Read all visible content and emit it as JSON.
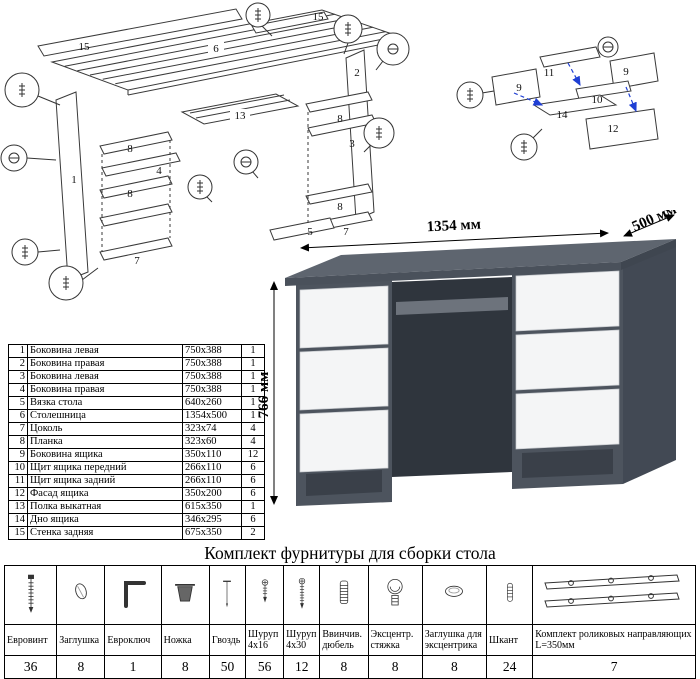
{
  "titles": {
    "hardware_kit": "Комплект фурнитуры для сборки стола"
  },
  "desk": {
    "width_label": "1354 мм",
    "depth_label": "500 мм",
    "height_label": "766 мм"
  },
  "diagram": {
    "main_labels": [
      "15",
      "6",
      "15",
      "2",
      "13",
      "8",
      "4",
      "8",
      "1",
      "7",
      "8",
      "3",
      "8",
      "7",
      "5"
    ],
    "drawer_labels": [
      "11",
      "9",
      "9",
      "10",
      "14",
      "12"
    ]
  },
  "parts": {
    "rows": [
      {
        "num": "1",
        "name": "Боковина левая",
        "size": "750x388",
        "qty": "1"
      },
      {
        "num": "2",
        "name": "Боковина правая",
        "size": "750x388",
        "qty": "1"
      },
      {
        "num": "3",
        "name": "Боковина левая",
        "size": "750x388",
        "qty": "1"
      },
      {
        "num": "4",
        "name": "Боковина правая",
        "size": "750x388",
        "qty": "1"
      },
      {
        "num": "5",
        "name": "Вязка стола",
        "size": "640x260",
        "qty": "1"
      },
      {
        "num": "6",
        "name": "Столешница",
        "size": "1354x500",
        "qty": "1"
      },
      {
        "num": "7",
        "name": "Цоколь",
        "size": "323x74",
        "qty": "4"
      },
      {
        "num": "8",
        "name": "Планка",
        "size": "323x60",
        "qty": "4"
      },
      {
        "num": "9",
        "name": "Боковина ящика",
        "size": "350x110",
        "qty": "12"
      },
      {
        "num": "10",
        "name": "Щит ящика передний",
        "size": "266x110",
        "qty": "6"
      },
      {
        "num": "11",
        "name": "Щит ящика задний",
        "size": "266x110",
        "qty": "6"
      },
      {
        "num": "12",
        "name": "Фасад ящика",
        "size": "350x200",
        "qty": "6"
      },
      {
        "num": "13",
        "name": "Полка выкатная",
        "size": "615x350",
        "qty": "1"
      },
      {
        "num": "14",
        "name": "Дно ящика",
        "size": "346x295",
        "qty": "6"
      },
      {
        "num": "15",
        "name": "Стенка задняя",
        "size": "675x350",
        "qty": "2"
      }
    ]
  },
  "hardware": {
    "items": [
      {
        "name": "Евровинт",
        "qty": "36",
        "icon": "euroscrew-icon"
      },
      {
        "name": "Заглушка",
        "qty": "8",
        "icon": "cap-icon"
      },
      {
        "name": "Евроключ",
        "qty": "1",
        "icon": "hexkey-icon"
      },
      {
        "name": "Ножка",
        "qty": "8",
        "icon": "leg-icon"
      },
      {
        "name": "Гвоздь",
        "qty": "50",
        "icon": "nail-icon"
      },
      {
        "name": "Шуруп 4x16",
        "qty": "56",
        "icon": "screw-4x16-icon"
      },
      {
        "name": "Шуруп 4x30",
        "qty": "12",
        "icon": "screw-4x30-icon"
      },
      {
        "name": "Ввинчив. дюбель",
        "qty": "8",
        "icon": "threaded-dowel-icon"
      },
      {
        "name": "Эксцентр. стяжка",
        "qty": "8",
        "icon": "cam-lock-icon"
      },
      {
        "name": "Заглушка для эксцентрика",
        "qty": "8",
        "icon": "cam-cap-icon"
      },
      {
        "name": "Шкант",
        "qty": "24",
        "icon": "wood-dowel-icon"
      },
      {
        "name": "Комплект роликовых направляющих L=350мм",
        "qty": "7",
        "icon": "roller-guides-icon"
      }
    ]
  }
}
